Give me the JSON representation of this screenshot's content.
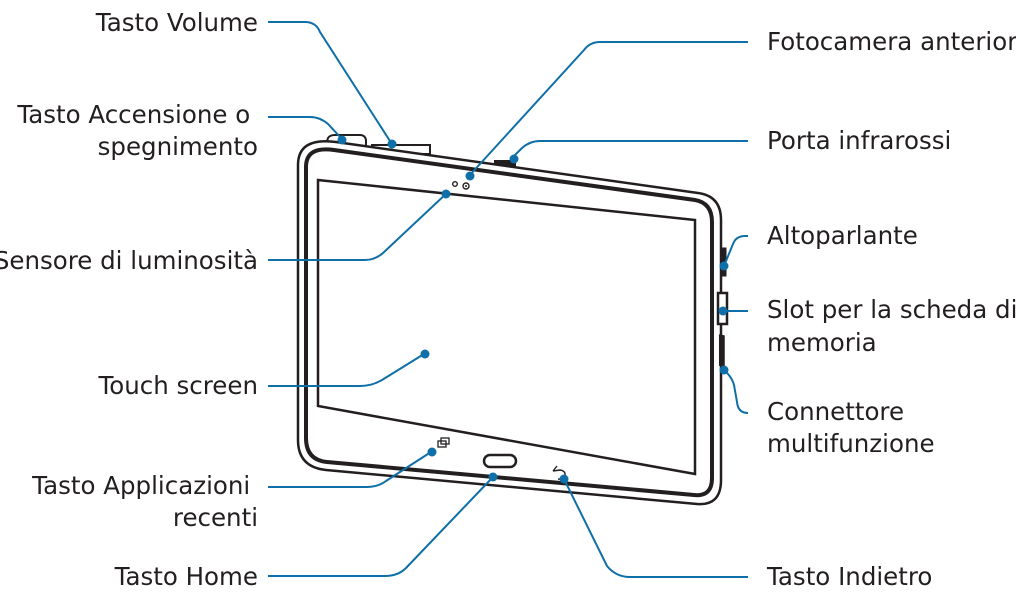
{
  "colors": {
    "leader_line": "#0f6fa8",
    "tablet_frame": "#231f20",
    "label_text": "#231f20"
  },
  "tablet": {
    "recent_apps_icon": "recent-apps-icon",
    "back_icon": "back-arrow-icon",
    "home_button": "home-button"
  },
  "callouts": {
    "volume": {
      "lines": [
        "Tasto Volume"
      ]
    },
    "power": {
      "lines": [
        "Tasto Accensione o",
        "spegnimento"
      ]
    },
    "light_sensor": {
      "lines": [
        "Sensore di luminosità"
      ]
    },
    "touch_screen": {
      "lines": [
        "Touch screen"
      ]
    },
    "recent_apps": {
      "lines": [
        "Tasto Applicazioni",
        "recenti"
      ]
    },
    "home": {
      "lines": [
        "Tasto Home"
      ]
    },
    "front_camera": {
      "lines": [
        "Fotocamera anteriore"
      ]
    },
    "ir_port": {
      "lines": [
        "Porta infrarossi"
      ]
    },
    "speaker": {
      "lines": [
        "Altoparlante"
      ]
    },
    "memory_slot": {
      "lines": [
        "Slot per la scheda di",
        "memoria"
      ]
    },
    "connector": {
      "lines": [
        "Connettore",
        "multifunzione"
      ]
    },
    "back": {
      "lines": [
        "Tasto Indietro"
      ]
    }
  }
}
